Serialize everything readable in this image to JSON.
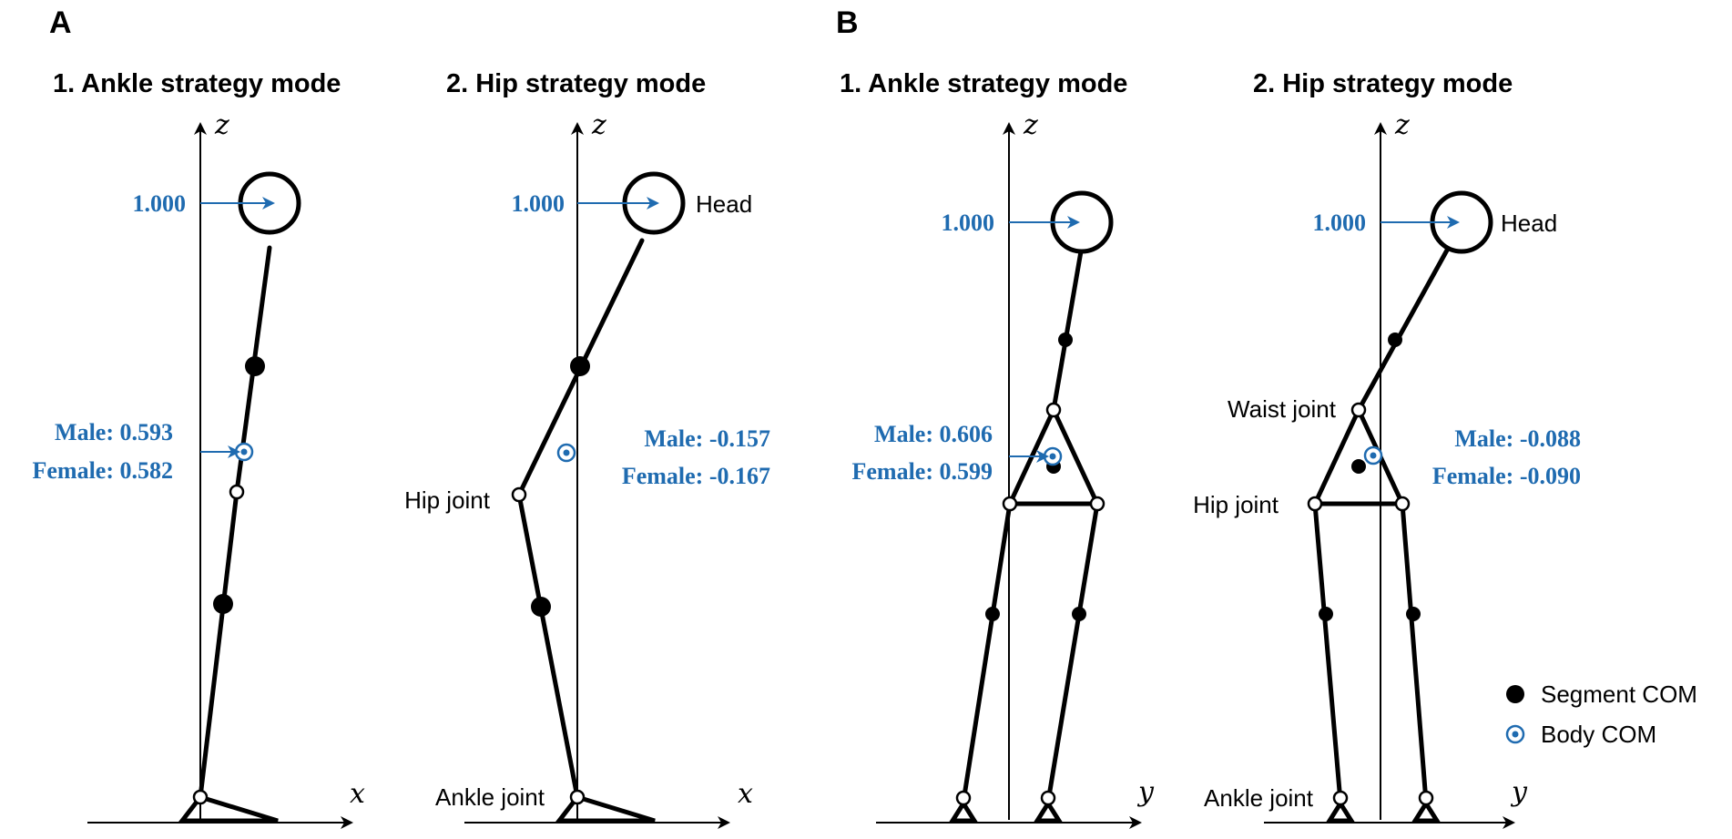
{
  "panels": {
    "A": {
      "letter": "A",
      "ankle": {
        "title": "1.  Ankle strategy mode",
        "z_axis": "z",
        "h_axis": "x",
        "head_height": "1.000",
        "com_male": "Male: 0.593",
        "com_female": "Female: 0.582"
      },
      "hip": {
        "title": "2. Hip strategy mode",
        "z_axis": "z",
        "h_axis": "x",
        "head_height": "1.000",
        "head_label": "Head",
        "hip_joint_label": "Hip joint",
        "ankle_joint_label": "Ankle joint",
        "com_male": "Male: -0.157",
        "com_female": "Female: -0.167"
      }
    },
    "B": {
      "letter": "B",
      "ankle": {
        "title": "1.  Ankle strategy mode",
        "z_axis": "z",
        "h_axis": "y",
        "head_height": "1.000",
        "com_male": "Male: 0.606",
        "com_female": "Female: 0.599"
      },
      "hip": {
        "title": "2. Hip strategy mode",
        "z_axis": "z",
        "h_axis": "y",
        "head_height": "1.000",
        "head_label": "Head",
        "waist_joint_label": "Waist joint",
        "hip_joint_label": "Hip joint",
        "ankle_joint_label": "Ankle joint",
        "com_male": "Male: -0.088",
        "com_female": "Female: -0.090"
      }
    }
  },
  "legend": {
    "segment_com": "Segment COM",
    "body_com": "Body COM"
  },
  "colors": {
    "annotation_blue": "#1f6bb0",
    "line": "#000000"
  }
}
